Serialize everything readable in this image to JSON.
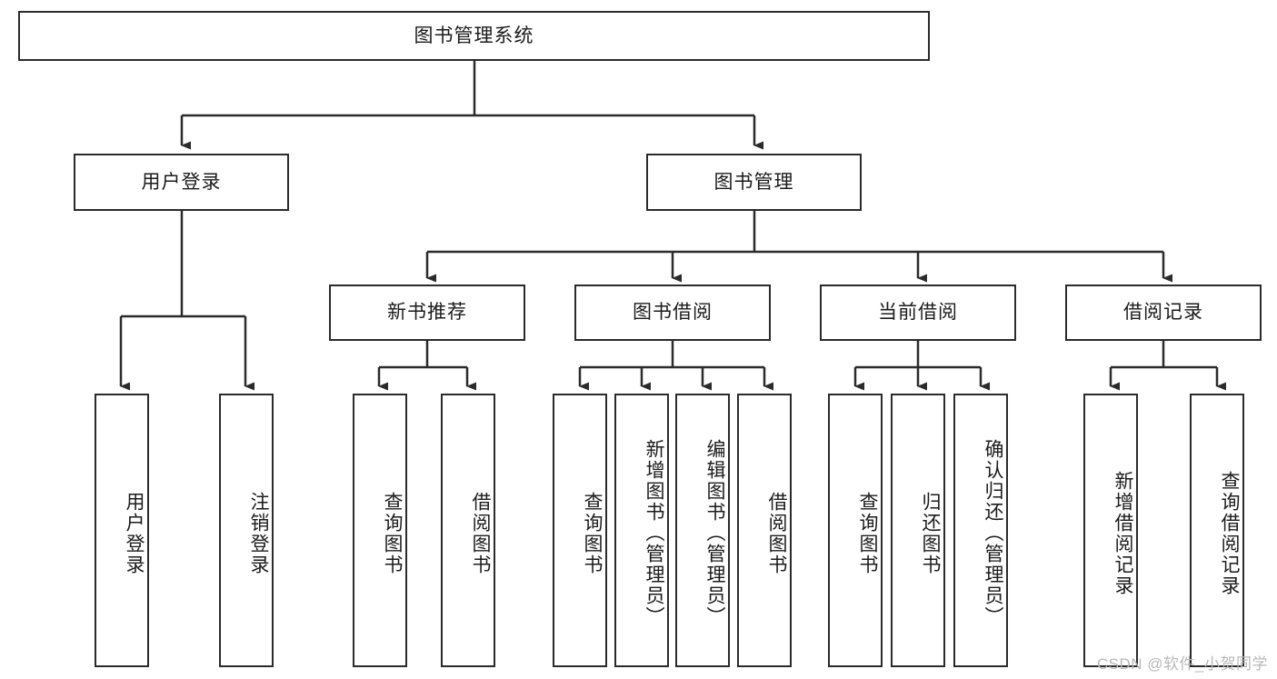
{
  "diagram": {
    "title": "图书管理系统",
    "type": "tree",
    "watermark": "CSDN @软件_小贺同学",
    "colors": {
      "box_border": "#2b2b2b",
      "box_fill": "#ffffff",
      "edge": "#2b2b2b",
      "text": "#1b1b1b",
      "watermark": "#b8b8b8"
    },
    "nodes": {
      "root": {
        "label": "图书管理系统",
        "level": 1,
        "orientation": "horizontal"
      },
      "user_login": {
        "label": "用户登录",
        "level": 2,
        "orientation": "horizontal"
      },
      "book_manage": {
        "label": "图书管理",
        "level": 2,
        "orientation": "horizontal"
      },
      "new_book_rec": {
        "label": "新书推荐",
        "level": 3,
        "orientation": "horizontal"
      },
      "book_borrow": {
        "label": "图书借阅",
        "level": 3,
        "orientation": "horizontal"
      },
      "current_borrow": {
        "label": "当前借阅",
        "level": 3,
        "orientation": "horizontal"
      },
      "borrow_record": {
        "label": "借阅记录",
        "level": 3,
        "orientation": "horizontal"
      },
      "leaf_user_login": {
        "label": "用户登录",
        "level": 4,
        "orientation": "vertical"
      },
      "leaf_logout": {
        "label": "注销登录",
        "level": 4,
        "orientation": "vertical"
      },
      "leaf_query_book_1": {
        "label": "查询图书",
        "level": 4,
        "orientation": "vertical"
      },
      "leaf_borrow_book_1": {
        "label": "借阅图书",
        "level": 4,
        "orientation": "vertical"
      },
      "leaf_query_book_2": {
        "label": "查询图书",
        "level": 4,
        "orientation": "vertical"
      },
      "leaf_add_book": {
        "label": "新增图书（管理员）",
        "level": 4,
        "orientation": "vertical"
      },
      "leaf_edit_book": {
        "label": "编辑图书（管理员）",
        "level": 4,
        "orientation": "vertical"
      },
      "leaf_borrow_book_2": {
        "label": "借阅图书",
        "level": 4,
        "orientation": "vertical"
      },
      "leaf_query_book_3": {
        "label": "查询图书",
        "level": 4,
        "orientation": "vertical"
      },
      "leaf_return_book": {
        "label": "归还图书",
        "level": 4,
        "orientation": "vertical"
      },
      "leaf_confirm_return": {
        "label": "确认归还（管理员）",
        "level": 4,
        "orientation": "vertical"
      },
      "leaf_add_record": {
        "label": "新增借阅记录",
        "level": 4,
        "orientation": "vertical"
      },
      "leaf_query_record": {
        "label": "查询借阅记录",
        "level": 4,
        "orientation": "vertical"
      }
    },
    "edges": [
      {
        "from": "root",
        "to": "user_login"
      },
      {
        "from": "root",
        "to": "book_manage"
      },
      {
        "from": "user_login",
        "to": "leaf_user_login"
      },
      {
        "from": "user_login",
        "to": "leaf_logout"
      },
      {
        "from": "book_manage",
        "to": "new_book_rec"
      },
      {
        "from": "book_manage",
        "to": "book_borrow"
      },
      {
        "from": "book_manage",
        "to": "current_borrow"
      },
      {
        "from": "book_manage",
        "to": "borrow_record"
      },
      {
        "from": "new_book_rec",
        "to": "leaf_query_book_1"
      },
      {
        "from": "new_book_rec",
        "to": "leaf_borrow_book_1"
      },
      {
        "from": "book_borrow",
        "to": "leaf_query_book_2"
      },
      {
        "from": "book_borrow",
        "to": "leaf_add_book"
      },
      {
        "from": "book_borrow",
        "to": "leaf_edit_book"
      },
      {
        "from": "book_borrow",
        "to": "leaf_borrow_book_2"
      },
      {
        "from": "current_borrow",
        "to": "leaf_query_book_3"
      },
      {
        "from": "current_borrow",
        "to": "leaf_return_book"
      },
      {
        "from": "current_borrow",
        "to": "leaf_confirm_return"
      },
      {
        "from": "borrow_record",
        "to": "leaf_add_record"
      },
      {
        "from": "borrow_record",
        "to": "leaf_query_record"
      }
    ]
  }
}
